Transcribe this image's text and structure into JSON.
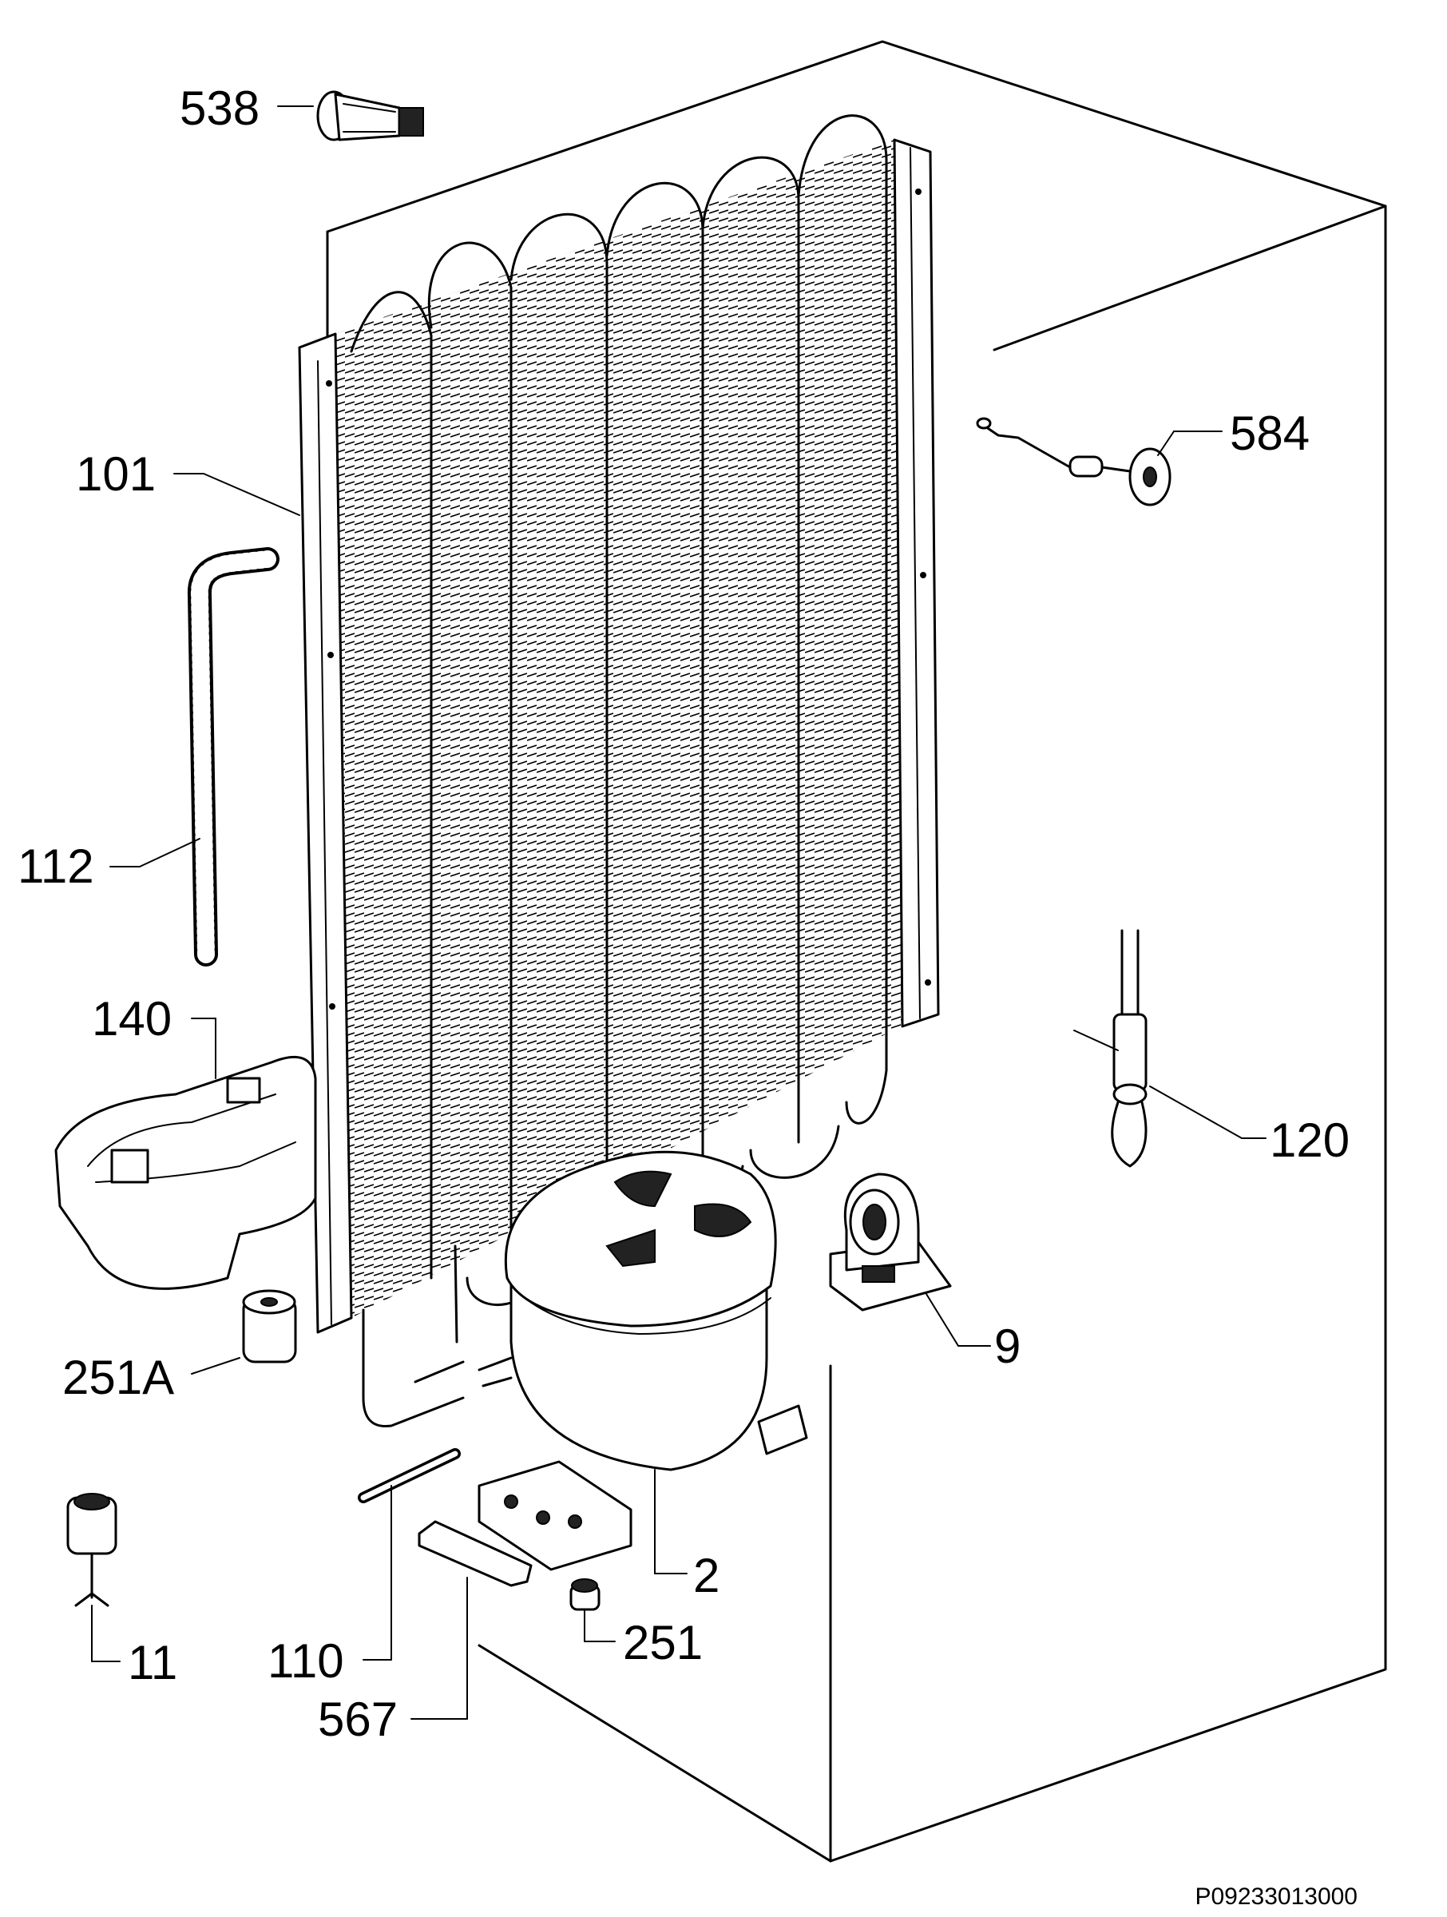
{
  "parts": [
    {
      "id": "p538",
      "label": "538"
    },
    {
      "id": "p101",
      "label": "101"
    },
    {
      "id": "p584",
      "label": "584"
    },
    {
      "id": "p112",
      "label": "112"
    },
    {
      "id": "p140",
      "label": "140"
    },
    {
      "id": "p120",
      "label": "120"
    },
    {
      "id": "p251a",
      "label": "251A"
    },
    {
      "id": "p9",
      "label": "9"
    },
    {
      "id": "p2",
      "label": "2"
    },
    {
      "id": "p11",
      "label": "11"
    },
    {
      "id": "p110",
      "label": "110"
    },
    {
      "id": "p251",
      "label": "251"
    },
    {
      "id": "p567",
      "label": "567"
    }
  ],
  "document_id": "P09233013000"
}
